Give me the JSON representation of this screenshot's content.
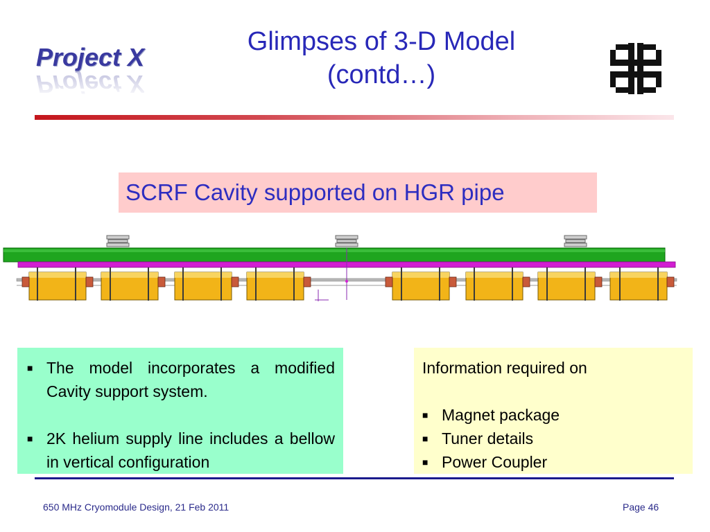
{
  "logo": {
    "text": "Project X"
  },
  "title": {
    "line1": "Glimpses of 3-D Model",
    "line2": "(contd…)"
  },
  "heading": "SCRF Cavity supported on HGR pipe",
  "left_box": {
    "bullets": [
      "The model incorporates a modified  Cavity support system.",
      "2K helium supply line includes a bellow in vertical configuration"
    ]
  },
  "right_box": {
    "intro": "Information required on",
    "bullets": [
      "Magnet package",
      "Tuner details",
      "Power Coupler"
    ]
  },
  "footer": {
    "left": "650 MHz Cryomodule Design, 21 Feb 2011",
    "page": "Page 46"
  },
  "colors": {
    "title": "#2828b8",
    "heading_bg": "#ffcccc",
    "left_box_bg": "#99ffcc",
    "right_box_bg": "#ffffcc",
    "pipe_green": "#1fa51f",
    "pipe_magenta": "#d21ed2",
    "cavity_yellow": "#f2b418"
  },
  "icons": {
    "bullet": "square-bullet-icon",
    "fermilab": "fermilab-logo-icon"
  }
}
